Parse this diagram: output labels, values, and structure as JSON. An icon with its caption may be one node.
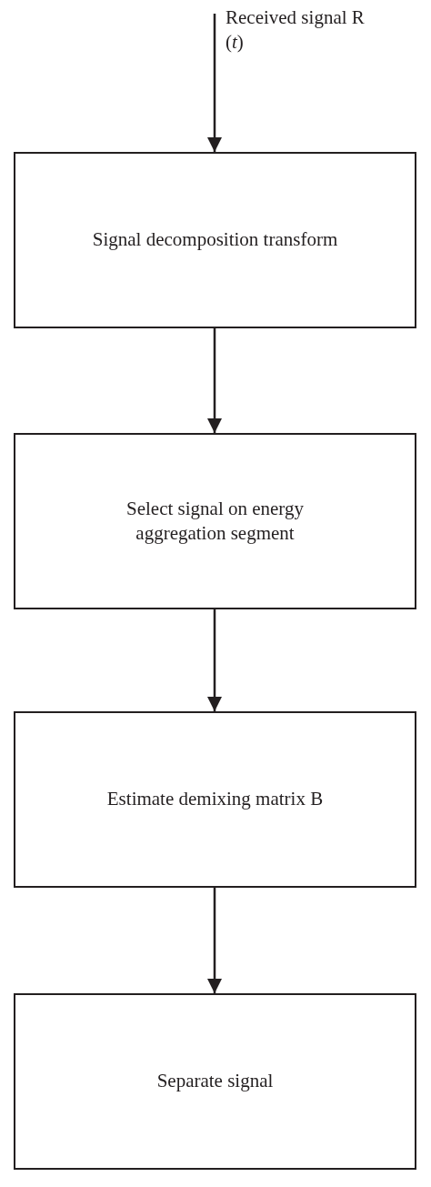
{
  "diagram": {
    "nodes": [
      {
        "text": [
          "Signal decomposition transform"
        ]
      },
      {
        "text": [
          "Select signal on energy aggregation segment"
        ]
      },
      {
        "text": [
          "Estimate demixing matrix B"
        ]
      },
      {
        "text": [
          "Separate signal"
        ]
      }
    ],
    "edges": [
      {
        "from": null,
        "to": 0,
        "arrow": "to",
        "label": "Received signal R (*t*)"
      },
      {
        "from": 0,
        "to": 1,
        "arrow": "to"
      },
      {
        "from": 1,
        "to": 2,
        "arrow": "to"
      },
      {
        "from": 2,
        "to": 3,
        "arrow": "to"
      }
    ]
  }
}
